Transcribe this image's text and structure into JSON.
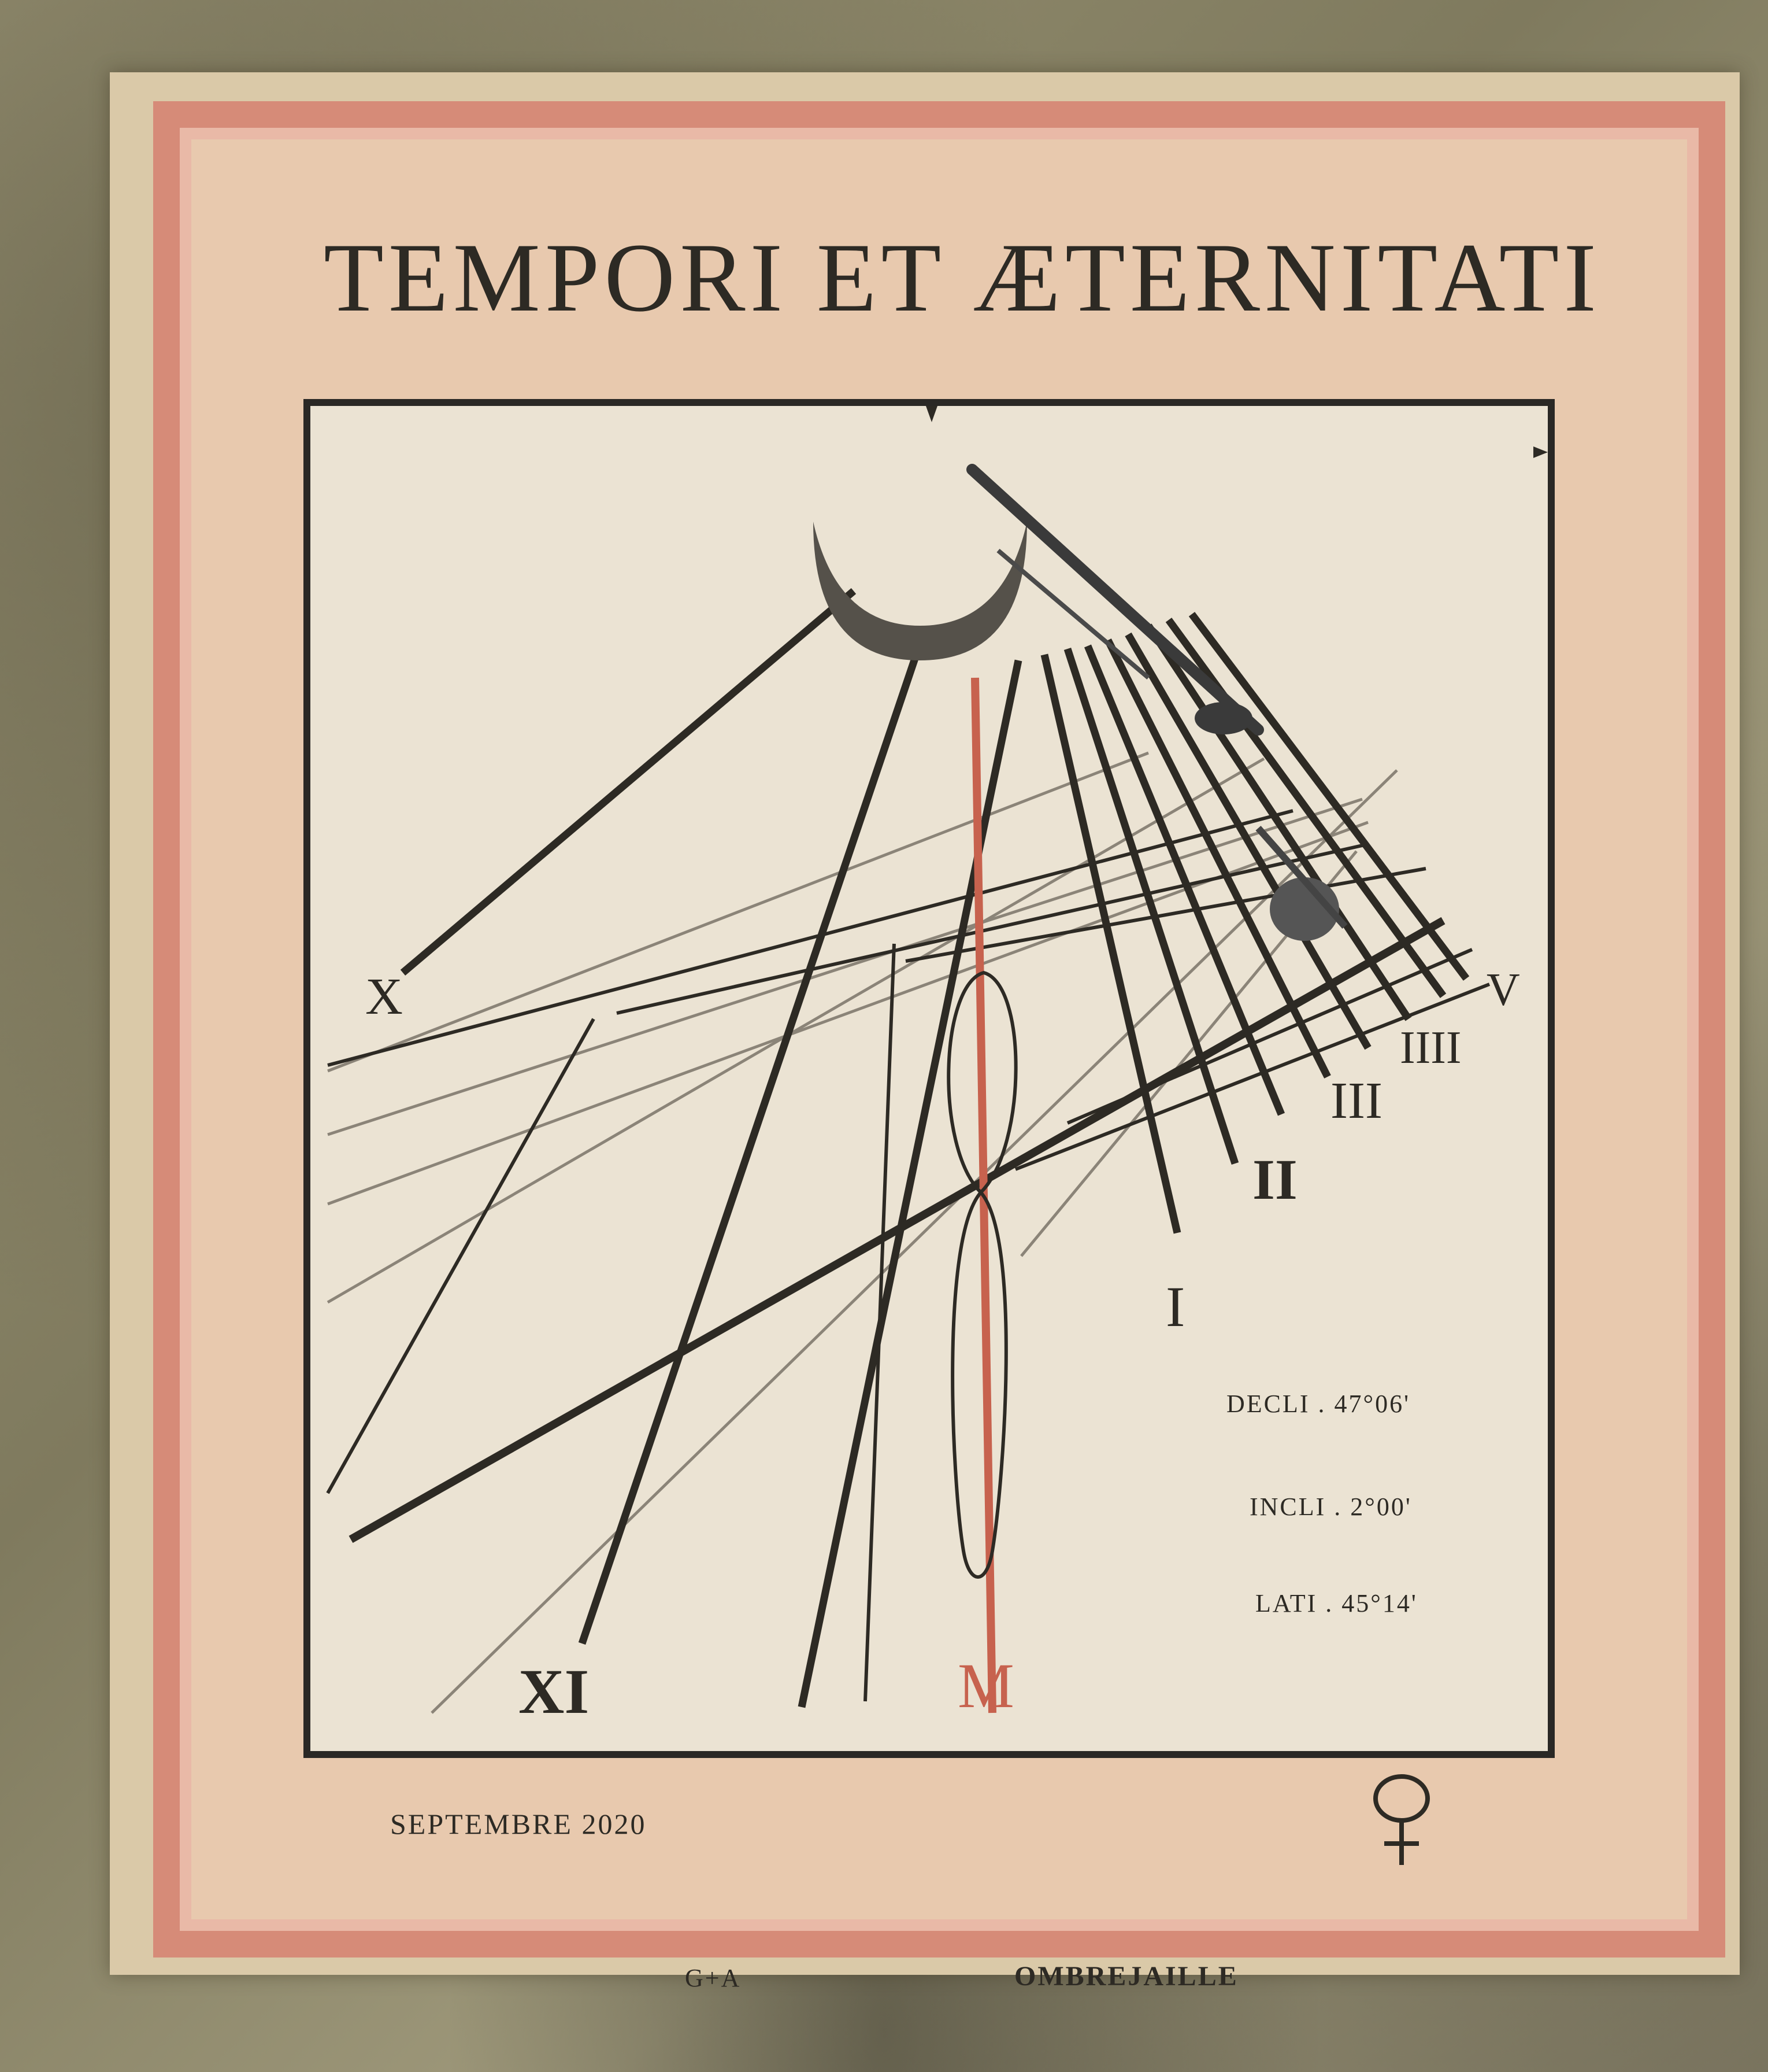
{
  "motto": "TEMPORI ET ÆTERNITATI",
  "hour_labels": [
    "X",
    "XI",
    "M",
    "I",
    "II",
    "III",
    "IIII",
    "V"
  ],
  "params": {
    "decli": "DECLI . 47°06'",
    "incli": "INCLI . 2°00'",
    "lati": "LATI . 45°14'"
  },
  "date_text": "SEPTEMBRE 2020",
  "signature_left": "G+A",
  "signature_right": "OMBREJAILLE",
  "colors": {
    "ink": "#2d2a24",
    "meridian_red": "#c7624e",
    "frame_pink": "#d68b78",
    "background_pink": "#e8c9ae",
    "dial_cream": "#ebe3d3"
  }
}
